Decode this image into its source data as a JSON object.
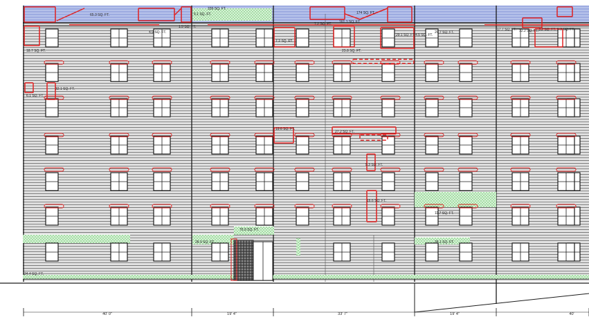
{
  "colors": {
    "markup": "#e02020",
    "hatch": "#7fd07f",
    "line": "#1a1a1a",
    "blue": "#7a8fd8"
  },
  "area_labels": [
    {
      "id": "a1",
      "text": "65.3 SQ. FT."
    },
    {
      "id": "a2",
      "text": "5.1 SQ. FT."
    },
    {
      "id": "a3",
      "text": "4.9 SQ. FT."
    },
    {
      "id": "a4",
      "text": "1.9 SQ. FT."
    },
    {
      "id": "a5",
      "text": "339 SQ. FT."
    },
    {
      "id": "a6",
      "text": "174 SQ. FT."
    },
    {
      "id": "a7",
      "text": "18.7 SQ. FT."
    },
    {
      "id": "a8",
      "text": "7.2 SQ. FT."
    },
    {
      "id": "a9",
      "text": "7.2 SQ. FT."
    },
    {
      "id": "a10",
      "text": "161.1 SQ. FT."
    },
    {
      "id": "a11",
      "text": "29.1 SQ. FT."
    },
    {
      "id": "a12",
      "text": "4.5 SQ. FT."
    },
    {
      "id": "a13",
      "text": "23.8 SQ. FT."
    },
    {
      "id": "a14",
      "text": "20.7 SQ. FT."
    },
    {
      "id": "a15",
      "text": "17.7 SQ. FT."
    },
    {
      "id": "a16",
      "text": "3.2 SQ. FT."
    },
    {
      "id": "a17",
      "text": "5.3 SQ. FT."
    },
    {
      "id": "a18",
      "text": "6.1 SQ. FT."
    },
    {
      "id": "a19",
      "text": "19.6 SQ. FT."
    },
    {
      "id": "a20",
      "text": "27.2 SQ. FT."
    },
    {
      "id": "a21",
      "text": "5.3 SQ. FT."
    },
    {
      "id": "a22",
      "text": "16.6 SQ. FT."
    },
    {
      "id": "a23",
      "text": "11.7 SQ. FT."
    },
    {
      "id": "a24",
      "text": "76.9 SQ. FT."
    },
    {
      "id": "a25",
      "text": "28.9 SQ. FT."
    },
    {
      "id": "a26",
      "text": "28.1 SQ. FT."
    },
    {
      "id": "a27",
      "text": "32.1 SQ. FT."
    },
    {
      "id": "a28",
      "text": "12.2 SQ. FT."
    },
    {
      "id": "a29",
      "text": "24.4 SQ. FT."
    }
  ],
  "dimensions": [
    {
      "id": "d1",
      "text": "40' 0\""
    },
    {
      "id": "d2",
      "text": "19' 4\""
    },
    {
      "id": "d3",
      "text": "33' 7\""
    },
    {
      "id": "d4",
      "text": "19' 4\""
    },
    {
      "id": "d5",
      "text": "40'"
    }
  ]
}
